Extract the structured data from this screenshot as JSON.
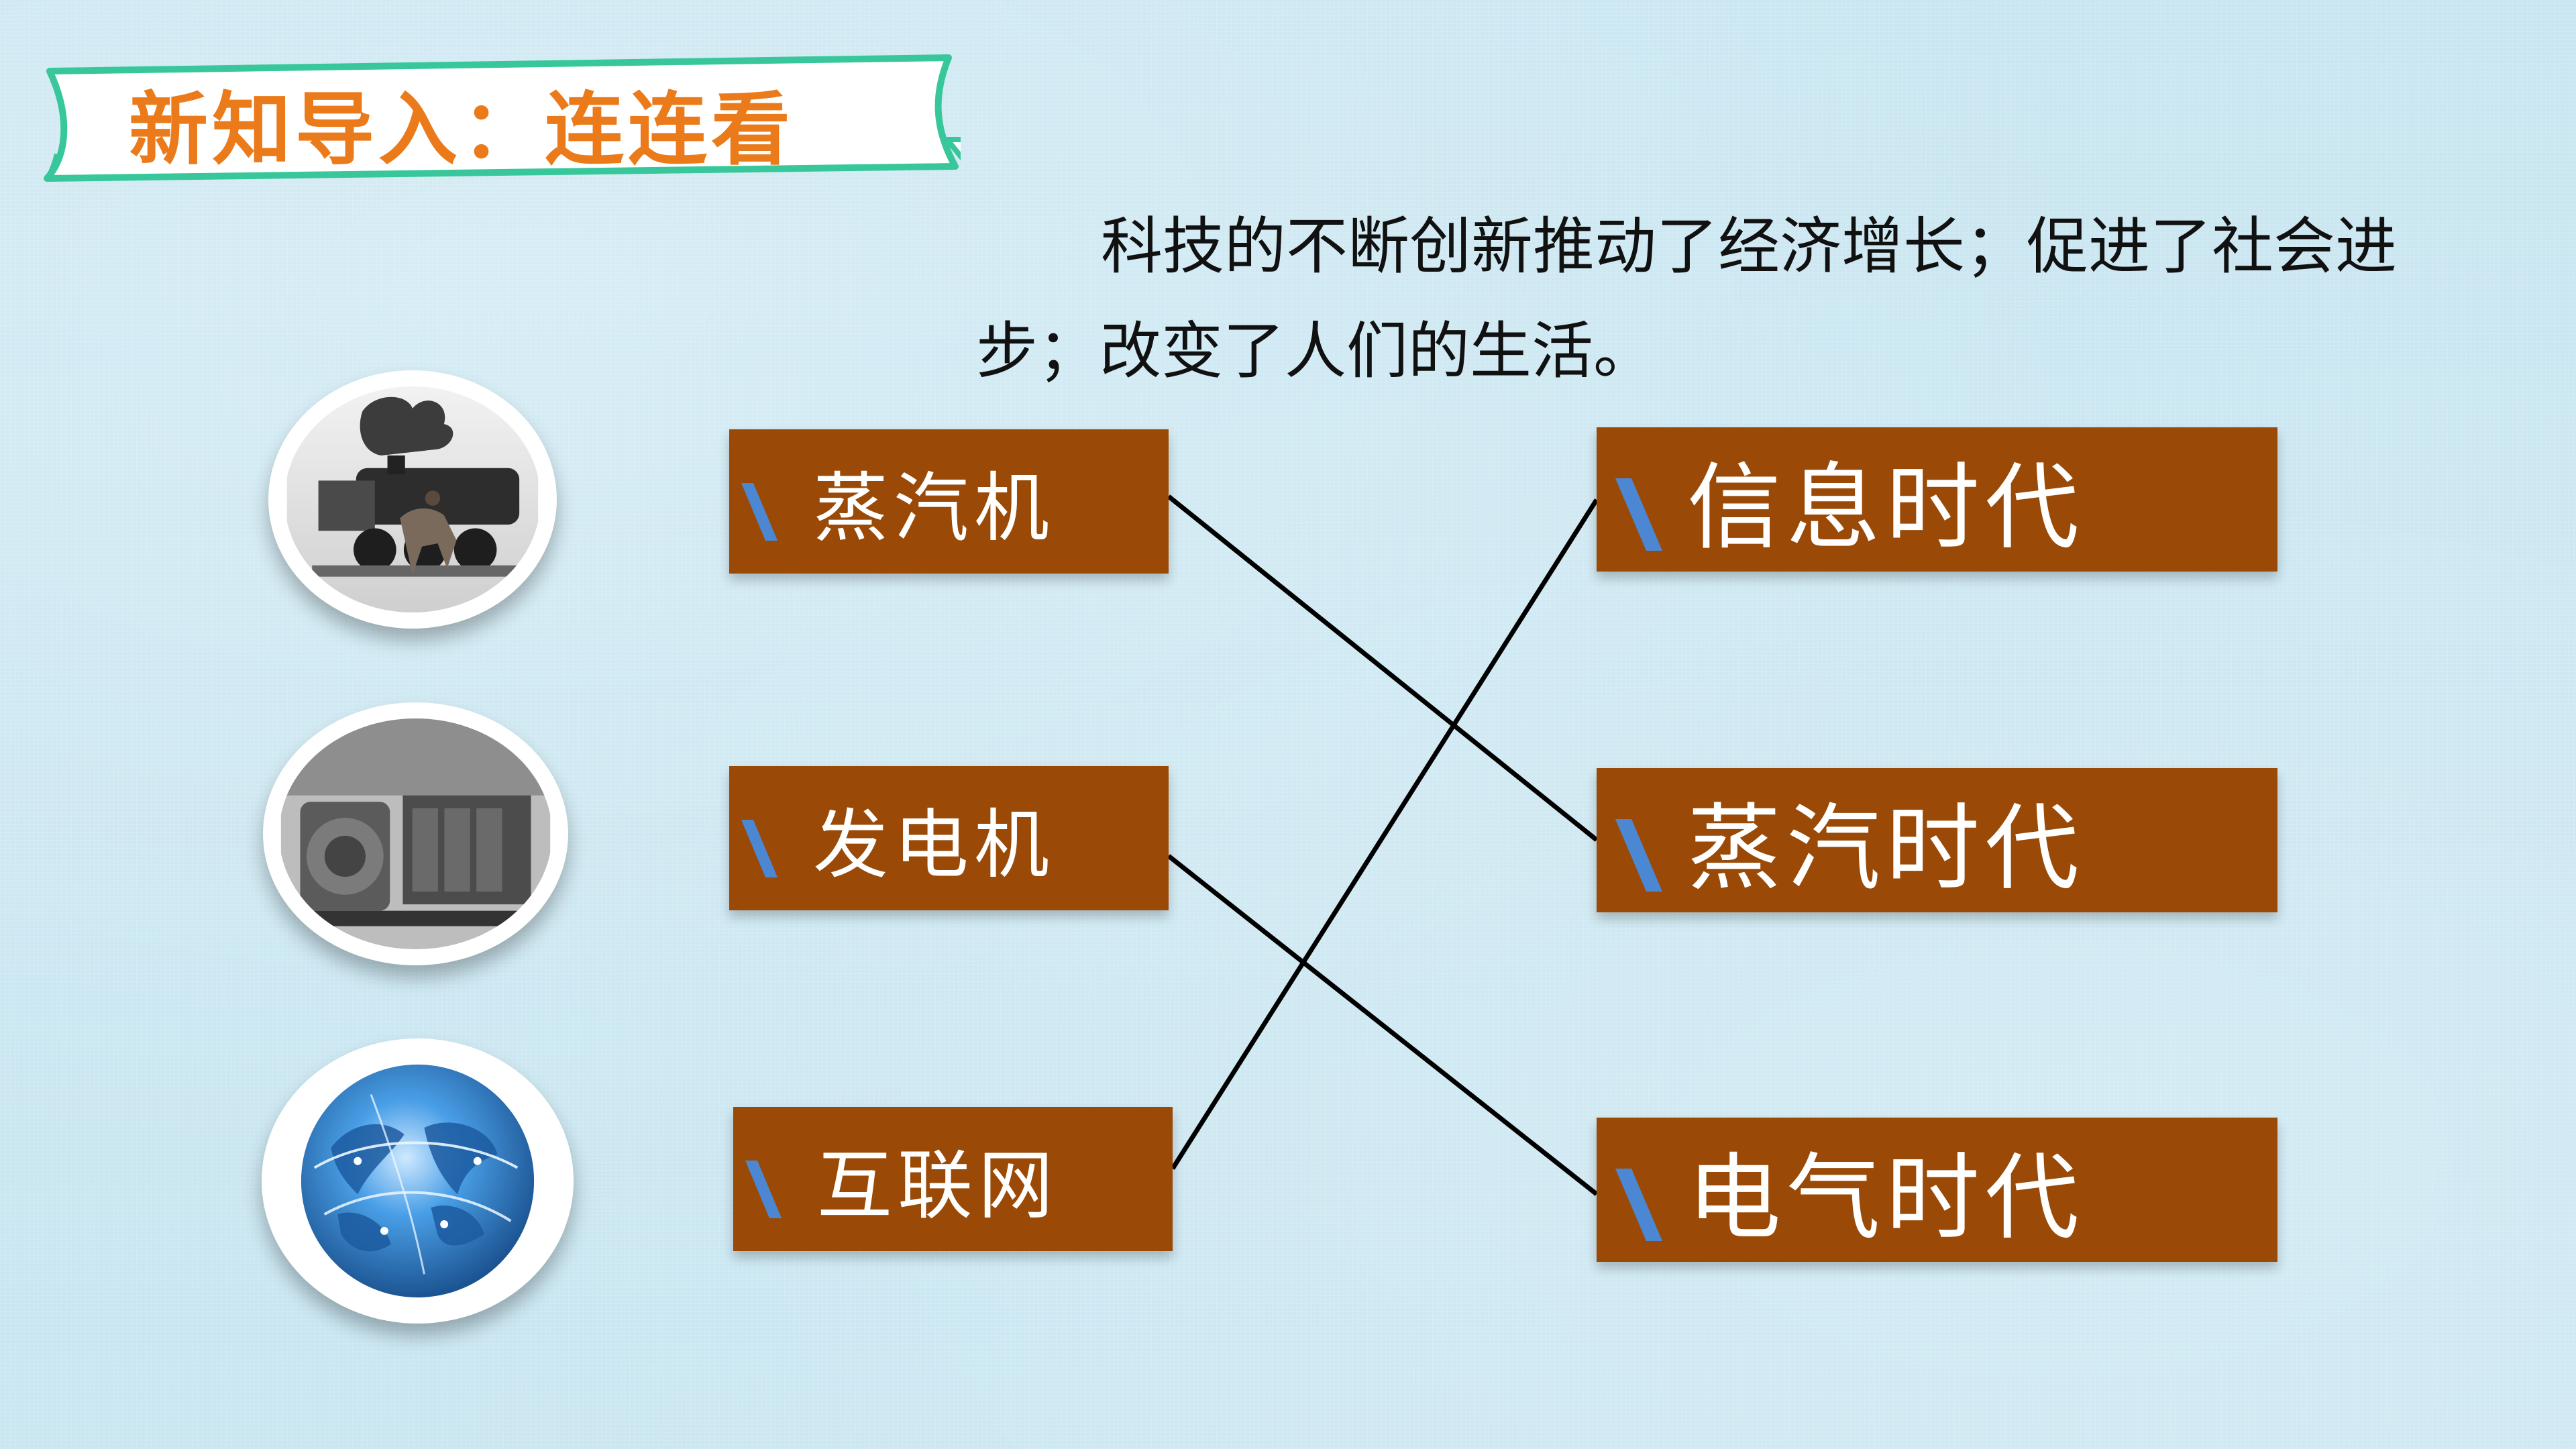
{
  "header": {
    "title": "新知导入：连连看"
  },
  "intro": {
    "text": "科技的不断创新推动了经济增长；促进了社会进步；改变了人们的生活。"
  },
  "images": [
    {
      "name": "steam-locomotive-image"
    },
    {
      "name": "generator-image"
    },
    {
      "name": "globe-network-image"
    }
  ],
  "left_items": [
    {
      "label": "蒸汽机"
    },
    {
      "label": "发电机"
    },
    {
      "label": "互联网"
    }
  ],
  "right_items": [
    {
      "label": "信息时代"
    },
    {
      "label": "蒸汽时代"
    },
    {
      "label": "电气时代"
    }
  ],
  "matches": [
    {
      "from": "蒸汽机",
      "to": "蒸汽时代"
    },
    {
      "from": "发电机",
      "to": "电气时代"
    },
    {
      "from": "互联网",
      "to": "信息时代"
    }
  ],
  "colors": {
    "background": "#c9e6f1",
    "title_text": "#ea7a1a",
    "banner_border": "#38c79a",
    "box_fill": "#9a4a06",
    "marker": "#4b87d3",
    "line": "#000000"
  }
}
